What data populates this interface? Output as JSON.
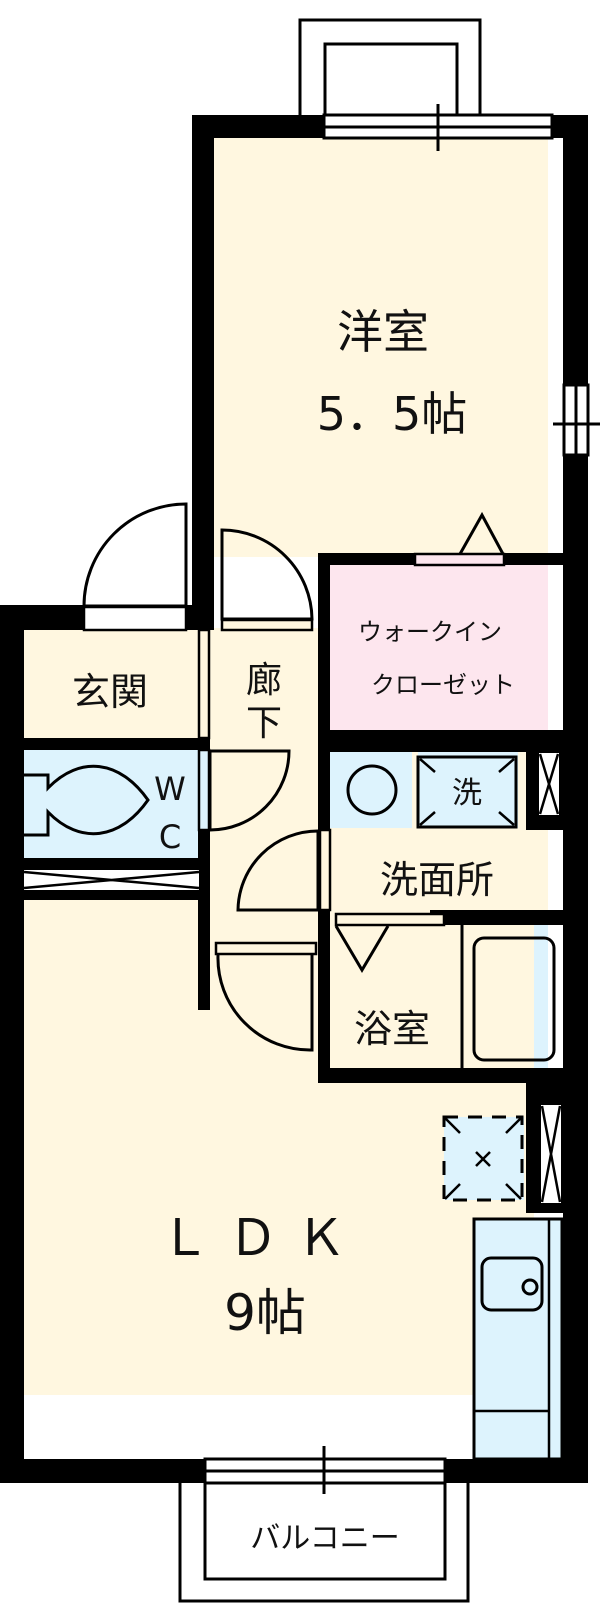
{
  "colors": {
    "floor_cream": "#FFF7E0",
    "wet_blue": "#DDF3FD",
    "closet_pink": "#FDE6EE",
    "wall": "#000000",
    "exterior": "#FFFFFF"
  },
  "rooms": {
    "western_room": {
      "name": "洋室",
      "size": "5．5帖"
    },
    "walk_in_closet": {
      "line1": "ウォークイン",
      "line2": "クローゼット"
    },
    "entrance": {
      "name": "玄関"
    },
    "hallway": {
      "line1": "廊",
      "line2": "下"
    },
    "toilet": {
      "line1": "W",
      "line2": "C"
    },
    "washroom": {
      "name": "洗面所"
    },
    "washing_machine": {
      "label": "洗"
    },
    "bathroom": {
      "name": "浴室"
    },
    "ldk": {
      "name": "ＬＤＫ",
      "size": "9帖"
    },
    "balcony": {
      "name": "バルコニー"
    }
  },
  "fixtures": [
    "toilet",
    "wash-basin",
    "washing-machine-pan",
    "bathtub",
    "kitchen-sink",
    "fridge-space",
    "sliding-windows",
    "swing-doors"
  ]
}
